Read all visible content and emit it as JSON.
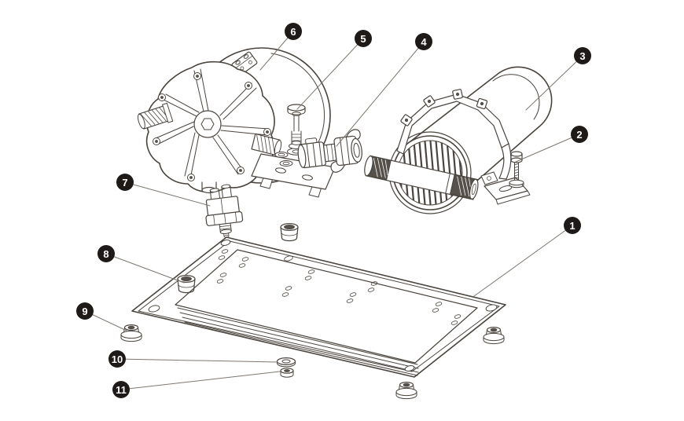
{
  "figure": {
    "type": "exploded-parts-diagram",
    "colors": {
      "background": "#ffffff",
      "line": "#4a443e",
      "leader": "#7d7770",
      "dark_fill": "#57514b",
      "balloon_fill": "#1e1a17",
      "balloon_text": "#ffffff",
      "hatch_light": "#ffffff"
    },
    "callouts": [
      {
        "number": "1"
      },
      {
        "number": "2"
      },
      {
        "number": "3"
      },
      {
        "number": "4"
      },
      {
        "number": "5"
      },
      {
        "number": "6"
      },
      {
        "number": "7"
      },
      {
        "number": "8"
      },
      {
        "number": "9"
      },
      {
        "number": "10"
      },
      {
        "number": "11"
      }
    ]
  }
}
